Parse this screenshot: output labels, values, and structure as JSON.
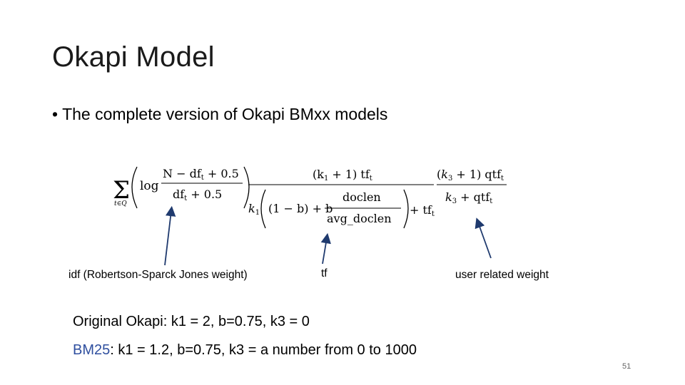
{
  "slide": {
    "title": "Okapi Model",
    "bullet": "The complete version of Okapi BMxx models",
    "formula": {
      "sum_symbol": "Σ",
      "sum_subscript": "t∈Q",
      "log": "log",
      "idf_numerator": "N − df",
      "idf_numerator_tail": " + 0.5",
      "idf_denominator": "df",
      "idf_denominator_tail": " + 0.5",
      "sub_t": "t",
      "tf_numerator": "(k",
      "tf_numerator_mid": " + 1) tf",
      "sub_1": "1",
      "tf_den_k": "k",
      "tf_den_b": "(1 − b) + b",
      "doclen": "doclen",
      "avg_doclen": "avg_doclen",
      "plus_tf": "+ tf",
      "q_numerator": " + 1) qtf",
      "q_den_k": "k",
      "q_den_tail": " + qtf",
      "sub_3": "3"
    },
    "annotations": {
      "idf": "idf (Robertson-Sparck Jones weight)",
      "tf": "tf",
      "user": "user related weight"
    },
    "original_okapi": "Original Okapi: k1 = 2, b=0.75, k3 = 0",
    "bm25_prefix": "BM25",
    "bm25_rest": ": k1 = 1.2, b=0.75, k3 = a number from 0 to 1000",
    "slide_number": "51",
    "colors": {
      "accent": "#2f4f9f",
      "text": "#000000"
    }
  }
}
